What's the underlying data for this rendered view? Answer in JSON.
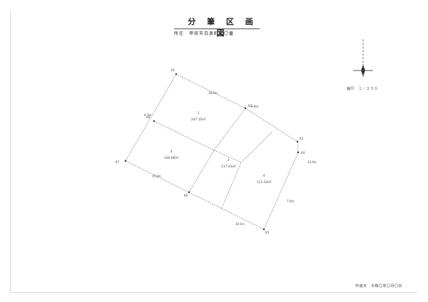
{
  "header": {
    "title": "分 筆 区 画 図",
    "location": "所在　甲府市白泉町〇〇番"
  },
  "legend": {
    "scale": "縮尺　１／２５０",
    "north_arrow": "north-arrow-icon"
  },
  "footer": {
    "note": "作成日　令和〇年〇月〇日"
  },
  "parcels": [
    {
      "id": "parcel-1",
      "number": "1",
      "area": "207.10㎡"
    },
    {
      "id": "parcel-2",
      "number": "2",
      "area": "146.88㎡"
    },
    {
      "id": "parcel-3",
      "number": "3",
      "area": "117.43㎡"
    },
    {
      "id": "parcel-4",
      "number": "4",
      "area": "111.54㎡"
    }
  ],
  "dimensions": {
    "d1": "18.2m",
    "d2": "9.6m",
    "d3": "12.4m",
    "d4": "7.6m",
    "d5": "10.1m",
    "d6": "15.0m",
    "d7": "6.7m"
  },
  "points": [
    "K1",
    "K2",
    "K3",
    "K4",
    "K5",
    "K6",
    "K7",
    "K8"
  ]
}
